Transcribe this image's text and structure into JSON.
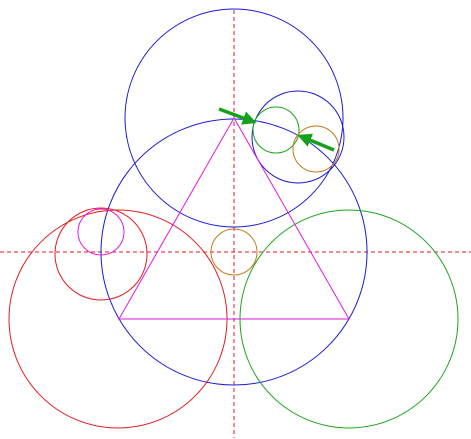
{
  "diagram": {
    "colors": {
      "axis": "#e41a1c",
      "blue": "#1a1ad6",
      "red": "#e41a1c",
      "green": "#1aa51a",
      "magenta": "#e11ae1",
      "orange": "#c47a1a",
      "arrow": "#16a01c"
    },
    "elements": [
      {
        "kind": "axis-line",
        "name": "vertical-axis",
        "color": "axis"
      },
      {
        "kind": "axis-line",
        "name": "horizontal-axis",
        "color": "axis"
      },
      {
        "kind": "circle",
        "name": "blue-top-circle",
        "color": "blue"
      },
      {
        "kind": "circle",
        "name": "blue-central-circle",
        "color": "blue"
      },
      {
        "kind": "circle",
        "name": "blue-small-right-circle",
        "color": "blue"
      },
      {
        "kind": "circle",
        "name": "red-large-circle",
        "color": "red"
      },
      {
        "kind": "circle",
        "name": "red-small-circle",
        "color": "red"
      },
      {
        "kind": "circle",
        "name": "magenta-small-circle",
        "color": "magenta"
      },
      {
        "kind": "circle",
        "name": "green-large-circle",
        "color": "green"
      },
      {
        "kind": "circle",
        "name": "green-small-circle",
        "color": "green"
      },
      {
        "kind": "circle",
        "name": "orange-small-circle-right",
        "color": "orange"
      },
      {
        "kind": "circle",
        "name": "orange-center-circle",
        "color": "orange"
      },
      {
        "kind": "triangle",
        "name": "magenta-triangle",
        "color": "magenta"
      },
      {
        "kind": "arrow",
        "name": "green-arrow-left",
        "color": "arrow"
      },
      {
        "kind": "arrow",
        "name": "green-arrow-right",
        "color": "arrow"
      }
    ]
  }
}
